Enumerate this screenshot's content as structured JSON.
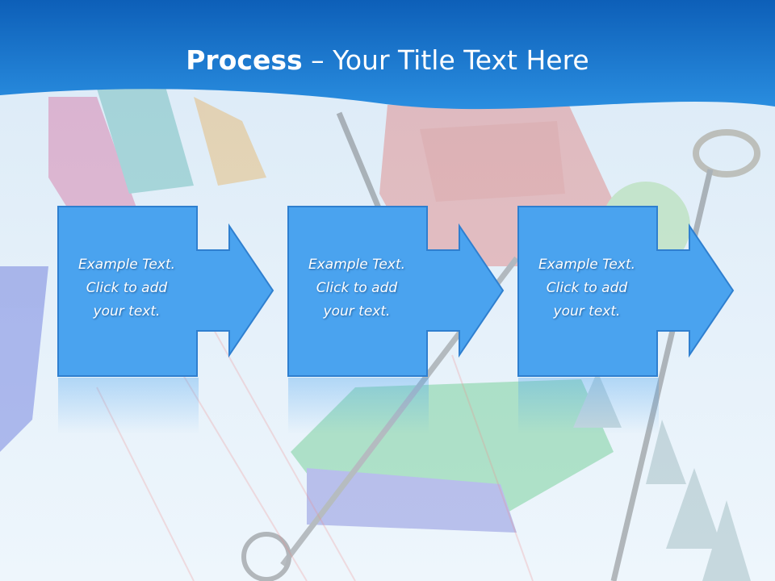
{
  "slide": {
    "title_bold": "Process",
    "title_rest": " – Your Title Text Here"
  },
  "steps": [
    {
      "line1": "Example Text.",
      "line2": "Click  to add",
      "line3": "your text."
    },
    {
      "line1": "Example Text.",
      "line2": "Click  to add",
      "line3": "your text."
    },
    {
      "line1": "Example Text.",
      "line2": "Click  to add",
      "line3": "your text."
    }
  ],
  "colors": {
    "header": "#1873c8",
    "box_fill": "#4aa3ef",
    "box_border": "#2f7fcf",
    "background": "#e8f3fb"
  }
}
